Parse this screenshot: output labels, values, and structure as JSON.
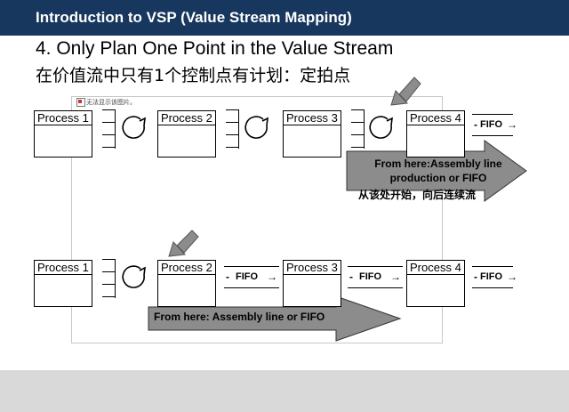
{
  "header": {
    "title": "Introduction to VSP (Value Stream Mapping)"
  },
  "subtitle": {
    "en": "4. Only Plan One Point in the Value Stream",
    "zh": "在价值流中只有1个控制点有计划：定拍点"
  },
  "placeholder": {
    "text": "无法显示该图片。"
  },
  "row1": {
    "processes": [
      "Process 1",
      "Process 2",
      "Process 3",
      "Process 4"
    ],
    "fifo_label": "FIFO",
    "note_en_line1": "From here:Assembly  line",
    "note_en_line2": "production or FIFO",
    "note_zh": "从该处开始，向后连续流"
  },
  "row2": {
    "processes": [
      "Process 1",
      "Process 2",
      "Process 3",
      "Process 4"
    ],
    "fifo_label": "FIFO",
    "note_en": "From here: Assembly  line or FIFO"
  },
  "colors": {
    "header_bg": "#17375e",
    "arrow_gray": "#8c8c8c",
    "footer_band": "#d9d9d9"
  }
}
